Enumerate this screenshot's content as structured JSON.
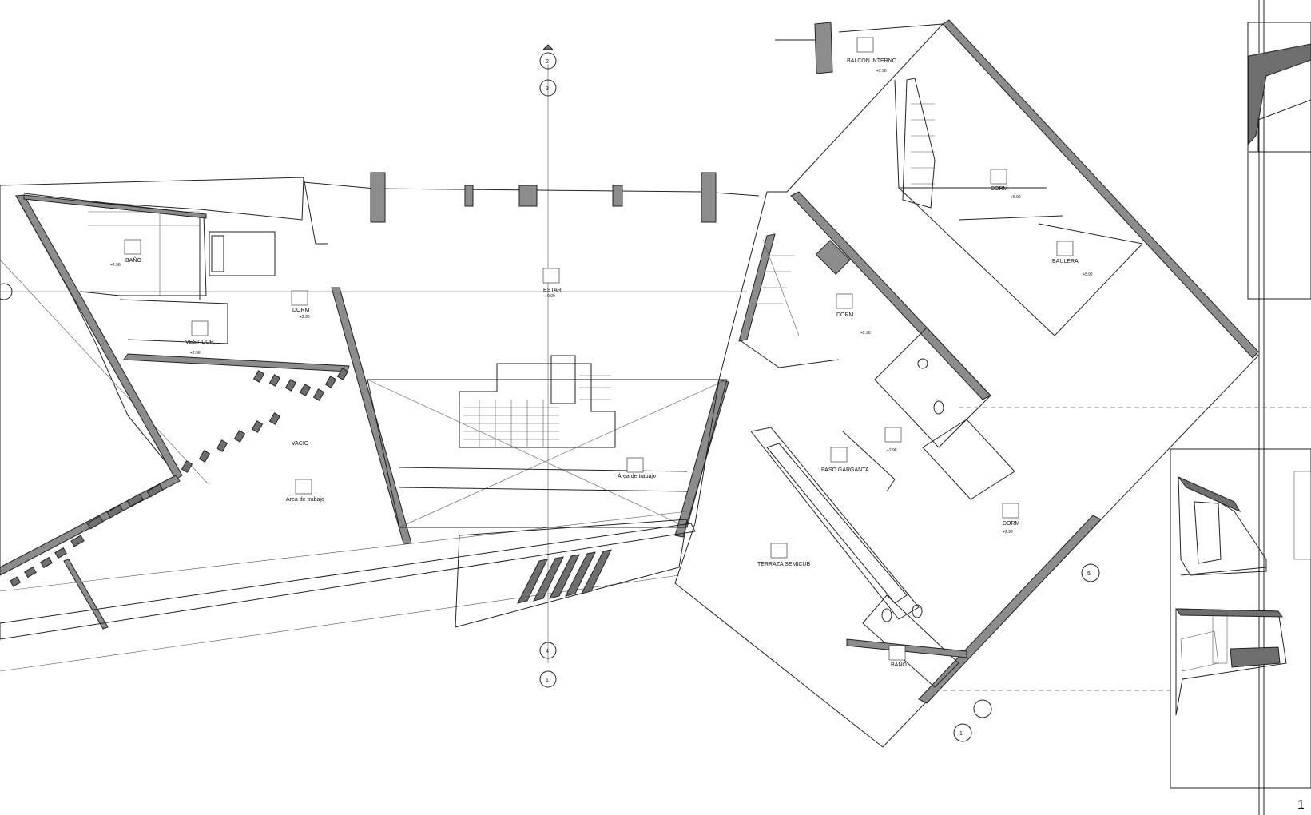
{
  "drawing": {
    "rooms": [
      {
        "id": "bano-1",
        "name": "BAÑO",
        "level": "+2.96"
      },
      {
        "id": "dorm-1",
        "name": "DORM",
        "level": "+2.96"
      },
      {
        "id": "vestidor",
        "name": "VESTIDOR",
        "level": "+2.96"
      },
      {
        "id": "estar",
        "name": "ESTAR",
        "level": "+0.00"
      },
      {
        "id": "vacio",
        "name": "VACIO",
        "level": ""
      },
      {
        "id": "area-trabajo-1",
        "name": "Área de trabajo",
        "level": ""
      },
      {
        "id": "area-trabajo-2",
        "name": "Área de trabajo",
        "level": ""
      },
      {
        "id": "balcon-interno",
        "name": "BALCON INTERNO",
        "level": "+2.96"
      },
      {
        "id": "dorm-2",
        "name": "DORM",
        "level": "+5.92"
      },
      {
        "id": "baulera",
        "name": "BAULERA",
        "level": "+5.92"
      },
      {
        "id": "dorm-3",
        "name": "DORM",
        "level": "+2.96"
      },
      {
        "id": "paso-garganta",
        "name": "PASO GARGANTA",
        "level": "+2.96"
      },
      {
        "id": "dorm-4",
        "name": "DORM",
        "level": "+2.96"
      },
      {
        "id": "terraza-semicub",
        "name": "TERRAZA SEMICUB",
        "level": ""
      },
      {
        "id": "bano-2",
        "name": "BAÑO",
        "level": ""
      }
    ],
    "grid_markers": [
      "2",
      "3",
      "4",
      "1"
    ],
    "section_markers": [
      "5",
      "1"
    ],
    "sheet_number": "1"
  }
}
